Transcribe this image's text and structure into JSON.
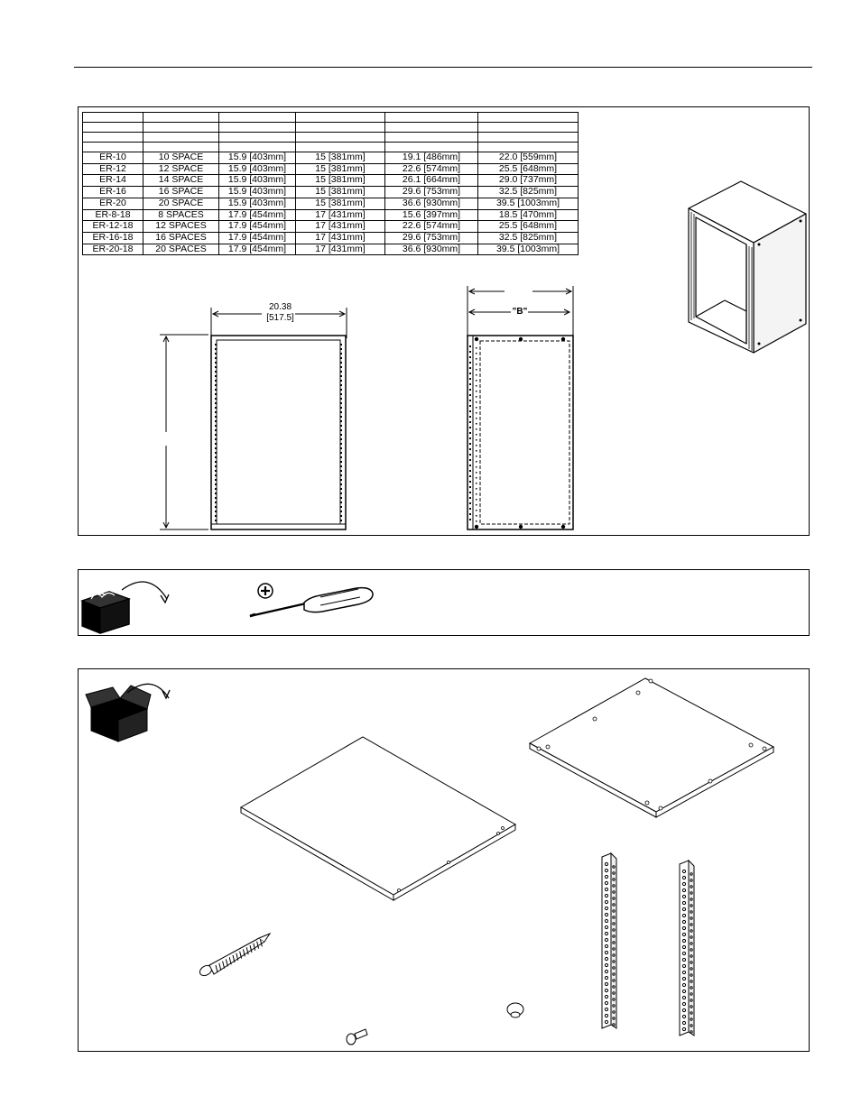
{
  "spec_table": {
    "headers": [
      "",
      "",
      "",
      "",
      "",
      ""
    ],
    "rows": [
      [
        "ER-10",
        "10 SPACE",
        "15.9 [403mm]",
        "15 [381mm]",
        "19.1 [486mm]",
        "22.0 [559mm]"
      ],
      [
        "ER-12",
        "12 SPACE",
        "15.9 [403mm]",
        "15 [381mm]",
        "22.6 [574mm]",
        "25.5 [648mm]"
      ],
      [
        "ER-14",
        "14 SPACE",
        "15.9 [403mm]",
        "15 [381mm]",
        "26.1 [664mm]",
        "29.0 [737mm]"
      ],
      [
        "ER-16",
        "16 SPACE",
        "15.9 [403mm]",
        "15 [381mm]",
        "29.6 [753mm]",
        "32.5 [825mm]"
      ],
      [
        "ER-20",
        "20 SPACE",
        "15.9 [403mm]",
        "15 [381mm]",
        "36.6 [930mm]",
        "39.5 [1003mm]"
      ],
      [
        "ER-8-18",
        "8 SPACES",
        "17.9 [454mm]",
        "17 [431mm]",
        "15.6 [397mm]",
        "18.5 [470mm]"
      ],
      [
        "ER-12-18",
        "12 SPACES",
        "17.9 [454mm]",
        "17 [431mm]",
        "22.6 [574mm]",
        "25.5 [648mm]"
      ],
      [
        "ER-16-18",
        "16 SPACES",
        "17.9 [454mm]",
        "17 [431mm]",
        "29.6 [753mm]",
        "32.5 [825mm]"
      ],
      [
        "ER-20-18",
        "20 SPACES",
        "17.9 [454mm]",
        "17 [431mm]",
        "36.6 [930mm]",
        "39.5 [1003mm]"
      ]
    ]
  },
  "front_view": {
    "width_in": "20.38",
    "width_mm": "[517.5]"
  },
  "side_view": {
    "depth_label": "\"B\""
  },
  "tools": {
    "icons": [
      "toolbox-icon",
      "phillips-screwdriver-icon"
    ]
  },
  "parts": {
    "icons": [
      "open-box-icon",
      "top-panel",
      "bottom-panel",
      "rack-rail",
      "rack-rail",
      "wood-screw",
      "rack-screw",
      "plastic-foot"
    ]
  }
}
